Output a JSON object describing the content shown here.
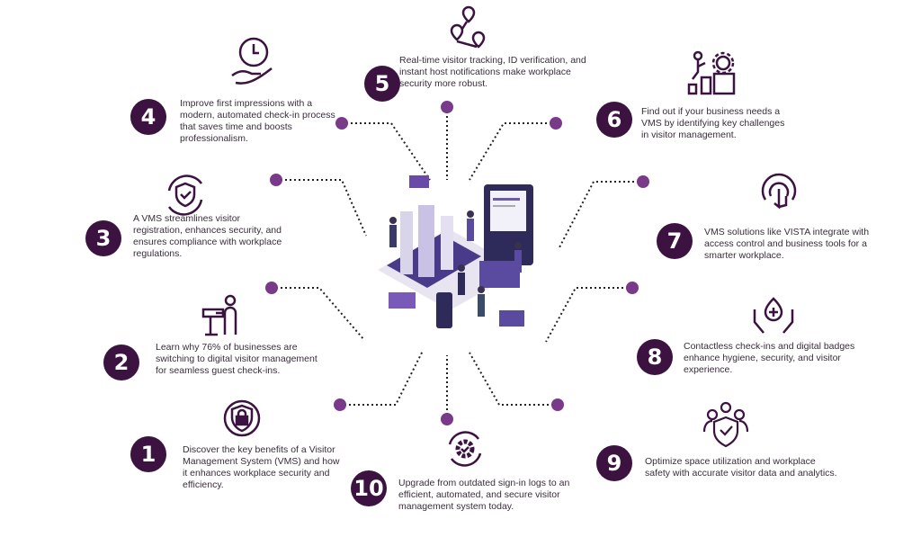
{
  "colors": {
    "circle": "#3b1240",
    "dot": "#7a3a8a",
    "icon": "#3b1240",
    "text": "#3a2c3c"
  },
  "items": [
    {
      "number": "1",
      "text": "Discover the key benefits of a Visitor Management System (VMS) and how it enhances workplace security and efficiency.",
      "icon": "shield-lock-icon"
    },
    {
      "number": "2",
      "text": "Learn why 76% of businesses are switching to digital visitor management for seamless guest check-ins.",
      "icon": "person-kiosk-icon"
    },
    {
      "number": "3",
      "text": "A VMS streamlines visitor registration, enhances security, and ensures compliance with workplace regulations.",
      "icon": "shield-check-cycle-icon"
    },
    {
      "number": "4",
      "text": "Improve first impressions with a modern, automated check-in process that saves time and boosts professionalism.",
      "icon": "clock-hand-icon"
    },
    {
      "number": "5",
      "text": "Real-time visitor tracking, ID verification, and instant host notifications make workplace security more robust.",
      "icon": "location-pins-icon"
    },
    {
      "number": "6",
      "text": "Find out if your business needs a VMS by identifying key challenges in visitor management.",
      "icon": "growth-gear-icon"
    },
    {
      "number": "7",
      "text": "VMS solutions like VISTA integrate with access control and business tools for a smarter workplace.",
      "icon": "touch-access-icon"
    },
    {
      "number": "8",
      "text": "Contactless check-ins and digital badges enhance hygiene, security, and visitor experience.",
      "icon": "hygiene-hands-icon"
    },
    {
      "number": "9",
      "text": "Optimize space utilization and workplace safety with accurate visitor data and analytics.",
      "icon": "group-shield-icon"
    },
    {
      "number": "10",
      "text": "Upgrade from outdated sign-in logs to an efficient, automated, and secure visitor management system today.",
      "icon": "gear-cycle-icon"
    }
  ]
}
